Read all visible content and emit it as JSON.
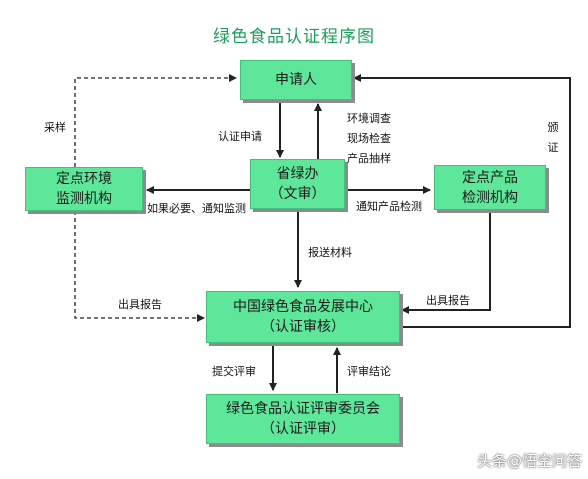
{
  "title": "绿色食品认证程序图",
  "boxes": {
    "applicant": {
      "line1": "申请人"
    },
    "provincial_office": {
      "line1": "省绿办",
      "line2": "（文审）"
    },
    "env_monitor": {
      "line1": "定点环境",
      "line2": "监测机构"
    },
    "product_test": {
      "line1": "定点产品",
      "line2": "检测机构"
    },
    "center": {
      "line1": "中国绿色食品发展中心",
      "line2": "（认证审核）"
    },
    "committee": {
      "line1": "绿色食品认证评审委员会",
      "line2": "（认证评审）"
    }
  },
  "labels": {
    "sampling": "采样",
    "cert_application": "认证申请",
    "env_survey": "环境调查",
    "site_inspection": "现场检查",
    "product_sampling": "产品抽样",
    "notify_monitor": "如果必要、通知监测",
    "notify_test": "通知产品检测",
    "submit_materials": "报送材料",
    "report_left": "出具报告",
    "report_right": "出具报告",
    "submit_review": "提交评审",
    "review_conclusion": "评审结论",
    "issue_cert_1": "颁",
    "issue_cert_2": "证"
  },
  "watermark": "头条@悟空问答",
  "colors": {
    "box": "#5ee69a",
    "title": "#1aa05a",
    "arrow": "#222222"
  }
}
